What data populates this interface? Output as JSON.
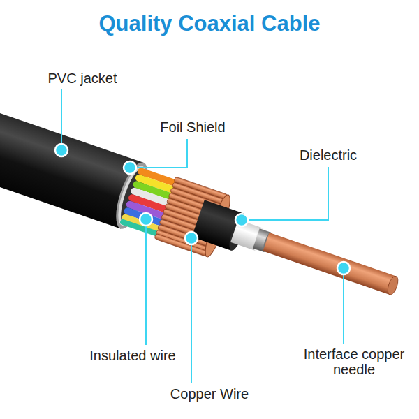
{
  "diagram": {
    "title": "Quality Coaxial Cable",
    "labels": [
      "PVC jacket",
      "Foil Shield",
      "Dielectric",
      "Insulated wire",
      "Copper Wire",
      "Interface copper needle"
    ]
  }
}
